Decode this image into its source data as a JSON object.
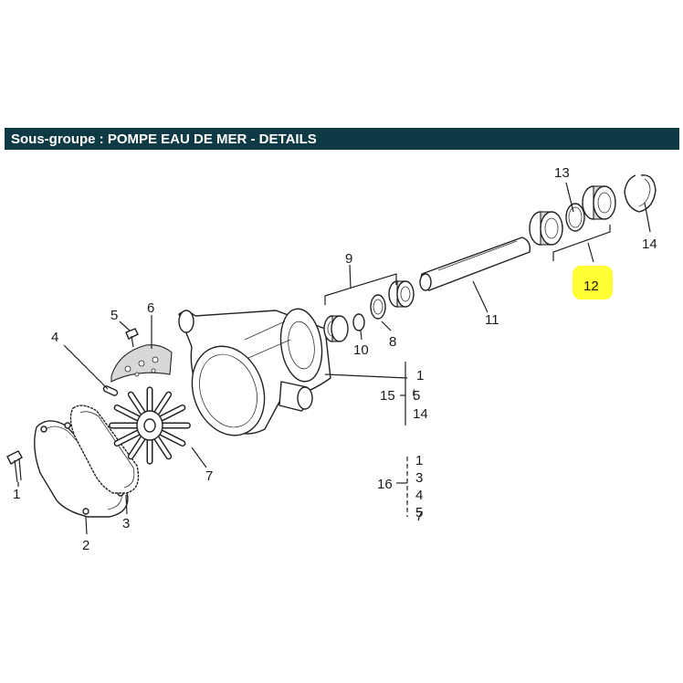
{
  "header": {
    "title": "Sous-groupe : POMPE EAU DE MER - DETAILS",
    "background": "#0e3a45"
  },
  "highlight_color": "#ffff33",
  "callouts": {
    "c1": "1",
    "c2": "2",
    "c3": "3",
    "c4": "4",
    "c5": "5",
    "c6": "6",
    "c7": "7",
    "c8": "8",
    "c9": "9",
    "c10": "10",
    "c11": "11",
    "c12": "12",
    "c13": "13",
    "c14": "14"
  },
  "group15": {
    "label": "15",
    "items": [
      "1",
      "5",
      "14"
    ]
  },
  "group16": {
    "label": "16",
    "items": [
      "1",
      "3",
      "4",
      "5",
      "7"
    ]
  }
}
